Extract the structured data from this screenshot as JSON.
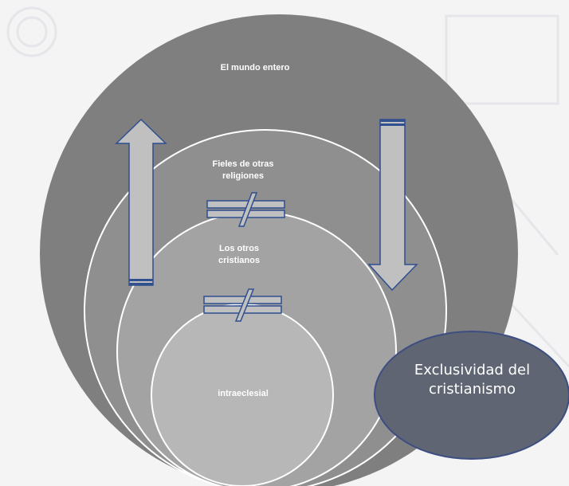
{
  "diagram": {
    "circles": [
      {
        "id": "outer",
        "label": "El mundo entero",
        "color": "#7f7f7f"
      },
      {
        "id": "second",
        "label": "Fieles de otras religiones",
        "color": "#8f8f8f"
      },
      {
        "id": "third",
        "label": "Los otros cristianos",
        "color": "#a3a3a3"
      },
      {
        "id": "inner",
        "label": "intraeclesial",
        "color": "#b7b7b7"
      }
    ],
    "callout": {
      "label": "Exclusividad del cristianismo",
      "color": "#5f6572",
      "border": "#3d4f82"
    },
    "arrows": {
      "up": "up-arrow-icon",
      "down": "down-arrow-icon",
      "fill": "#c0c0c0",
      "stroke": "#2f4f8f"
    },
    "not_equal": {
      "icon": "not-equal-icon",
      "fill": "#c0c0c0",
      "stroke": "#2f4f8f"
    },
    "background": {
      "watermark": "decorative-pattern",
      "color": "#f4f4f5"
    }
  }
}
